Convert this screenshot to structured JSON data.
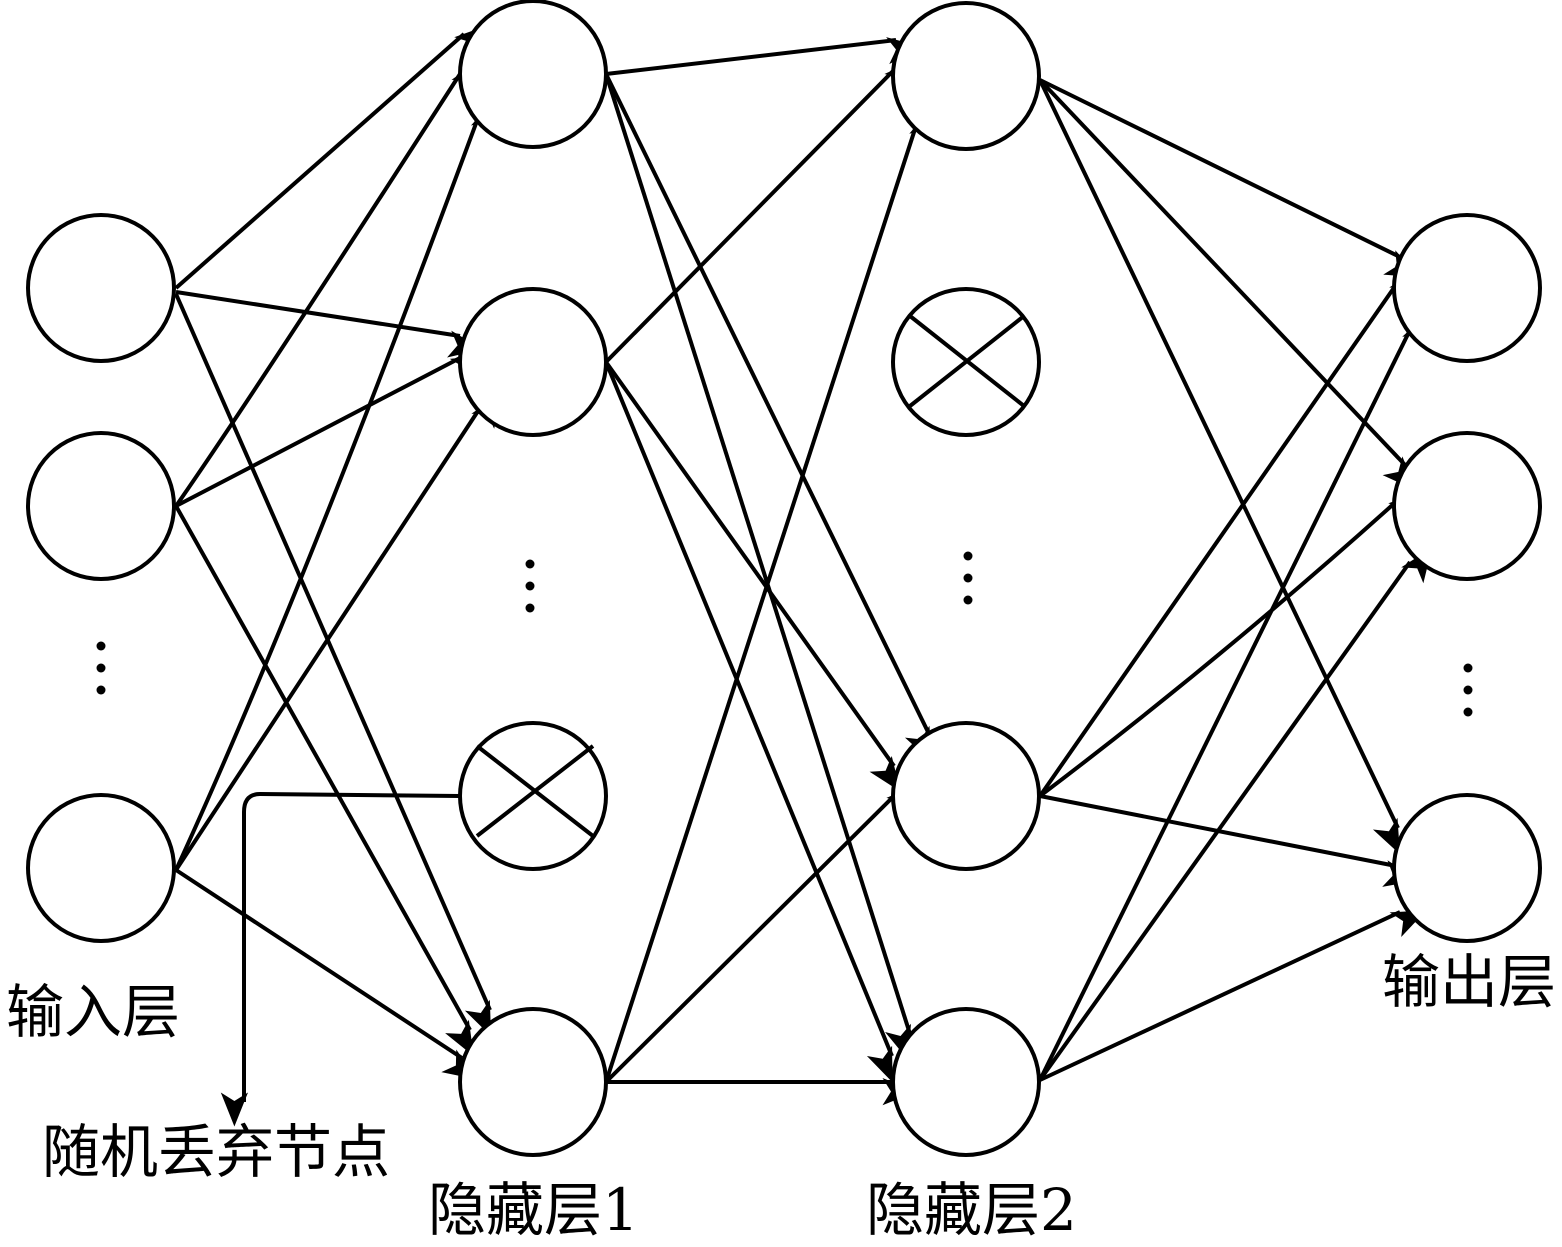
{
  "diagram": {
    "labels": {
      "input_layer": "输入层",
      "hidden_layer_1": "隐藏层1",
      "hidden_layer_2": "隐藏层2",
      "output_layer": "输出层",
      "dropout_node": "随机丢弃节点"
    }
  }
}
